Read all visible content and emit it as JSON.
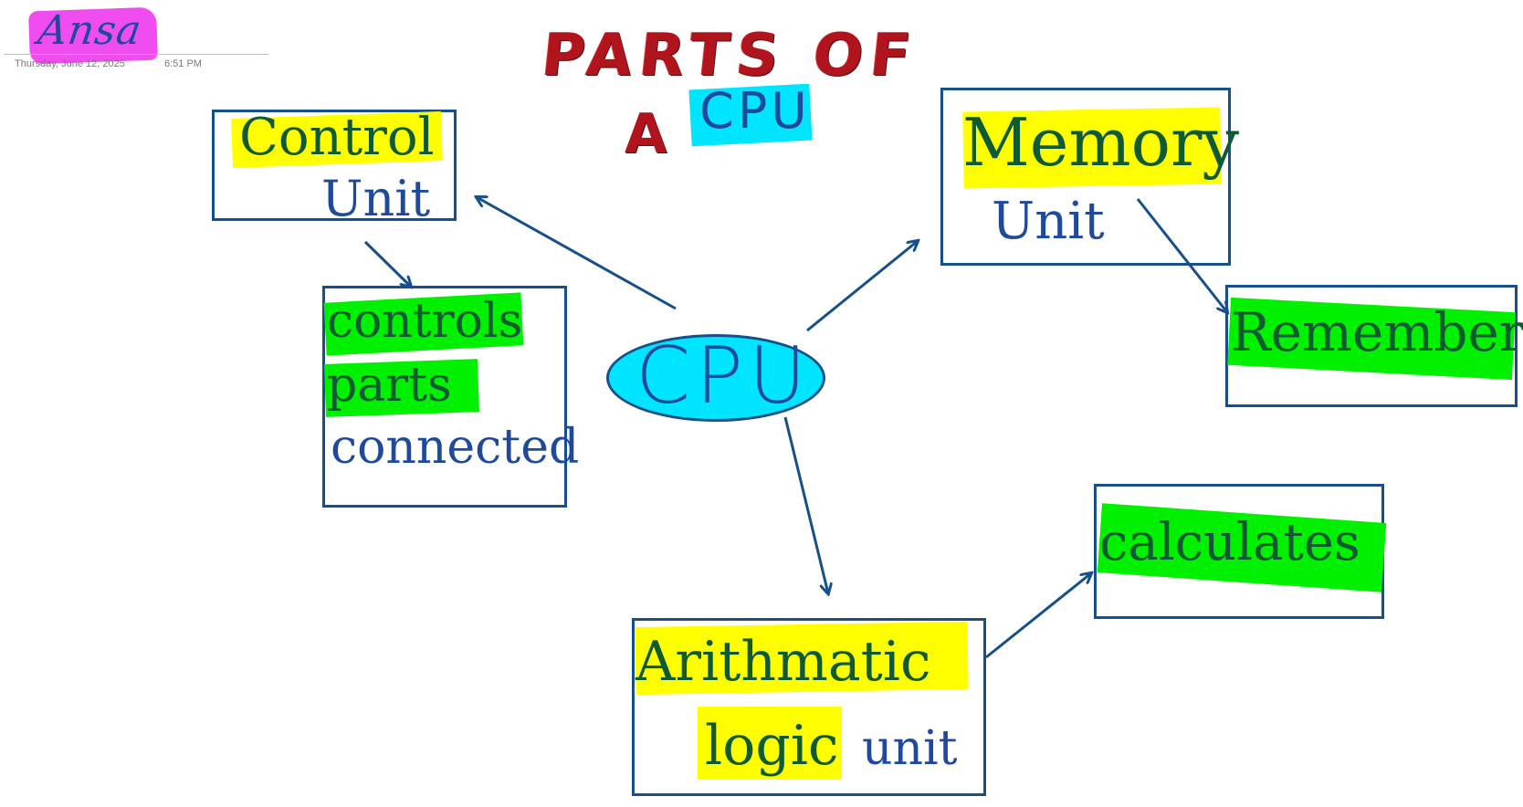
{
  "page": {
    "name": "Ansa",
    "date": "Thursday, June 12, 2025",
    "time": "6:51 PM"
  },
  "title": {
    "line1": "PARTS OF",
    "line2": "A",
    "line2_highlighted": "CPU"
  },
  "center": {
    "label": "CPU"
  },
  "nodes": {
    "control_unit": {
      "line1": "Control",
      "line2": "Unit"
    },
    "controls": {
      "line1": "controls",
      "line2": "parts",
      "line3": "connected"
    },
    "memory_unit": {
      "line1": "Memory",
      "line2": "Unit"
    },
    "remembers": {
      "text": "Remembers"
    },
    "alu": {
      "line1": "Arithmatic",
      "line2a": "logic",
      "line2b": "unit"
    },
    "calculates": {
      "text": "calculates"
    }
  },
  "colors": {
    "ink_blue": "#1f4a9c",
    "ink_green": "#0e5a32",
    "box_border": "#164f8a",
    "title_red": "#b0141c",
    "highlight_yellow": "#ffff00",
    "highlight_green": "#00f000",
    "highlight_cyan": "#00e5ff",
    "highlight_magenta": "#f04df0"
  }
}
